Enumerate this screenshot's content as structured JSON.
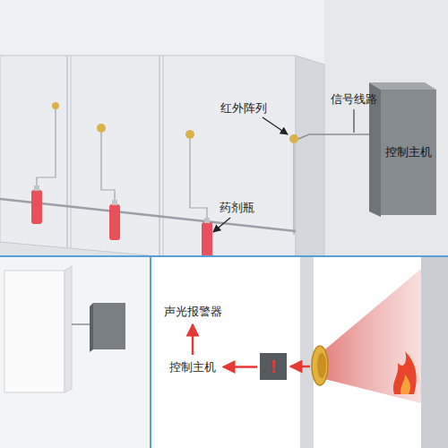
{
  "diagram": {
    "nodes": [
      {
        "text": [
          "控制主机"
        ]
      },
      {
        "text": [
          "声光报警器"
        ]
      },
      {
        "text": [
          "控制主机"
        ]
      },
      {
        "text": [
          "!"
        ]
      }
    ],
    "edges": [
      {
        "from": 3,
        "to": 2,
        "arrow": "to"
      },
      {
        "from": 2,
        "to": 1,
        "arrow": "to"
      }
    ],
    "labels": [
      "红外阵列",
      "信号线路",
      "药剂瓶"
    ]
  }
}
